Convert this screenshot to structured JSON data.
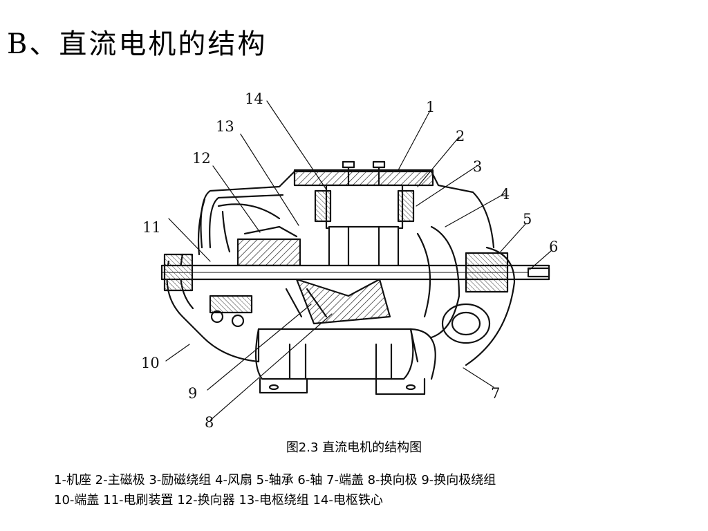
{
  "slide": {
    "title": "B、直流电机的结构"
  },
  "figure": {
    "caption": "图2.3  直流电机的结构图",
    "part_numbers": [
      "1",
      "2",
      "3",
      "4",
      "5",
      "6",
      "7",
      "8",
      "9",
      "10",
      "11",
      "12",
      "13",
      "14"
    ]
  },
  "legend": {
    "line1": "1-机座   2-主磁极  3-励磁绕组  4-风扇  5-轴承 6-轴 7-端盖 8-换向极 9-换向极绕组",
    "line2": "10-端盖 11-电刷装置 12-换向器 13-电枢绕组 14-电枢铁心"
  }
}
